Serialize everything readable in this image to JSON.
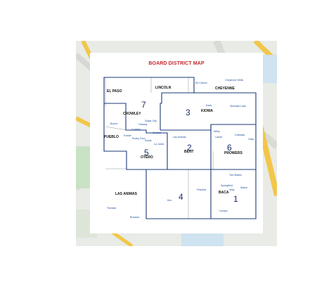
{
  "map": {
    "title": "BOARD DISTRICT MAP",
    "colors": {
      "title": "#c0282d",
      "border": "#1b3a7a",
      "text": "#1b2f6b",
      "town": "#1f4fa0"
    },
    "districts": [
      {
        "number": "1"
      },
      {
        "number": "2"
      },
      {
        "number": "3"
      },
      {
        "number": "4"
      },
      {
        "number": "5"
      },
      {
        "number": "6"
      },
      {
        "number": "7"
      }
    ],
    "counties": {
      "el_paso": "EL PASO",
      "lincoln": "LINCOLN",
      "cheyenne": "CHEYENNE",
      "crowley": "CROWLEY",
      "kiowa": "KIOWA",
      "pueblo": "PUEBLO",
      "otero": "OTERO",
      "bent": "BENT",
      "prowers": "PROWERS",
      "las_animas": "LAS ANIMAS",
      "baca": "BACA"
    },
    "towns": {
      "kit_carson": "Kit Carson",
      "cheyenne_wells": "Cheyenne Wells",
      "eads": "Eads",
      "sheridan_lake": "Sheridan Lake",
      "boone": "Boone",
      "sugar_city": "Sugar City",
      "ordway": "Ordway",
      "crowley": "Crowley",
      "cheraw": "Cheraw",
      "fowler": "Fowler",
      "rocky_ford": "Rocky Ford",
      "swink": "Swink",
      "la_junta": "La Junta",
      "las_animas": "Las Animas",
      "wiley": "Wiley",
      "lamar": "Lamar",
      "granada": "Granada",
      "holly": "Holly",
      "two_buttes": "Two Buttes",
      "springfield": "Springfield",
      "vilas": "Vilas",
      "walsh": "Walsh",
      "pritchett": "Pritchett",
      "kim": "Kim",
      "campo": "Campo",
      "trinidad": "Trinidad",
      "branson": "Branson"
    }
  }
}
